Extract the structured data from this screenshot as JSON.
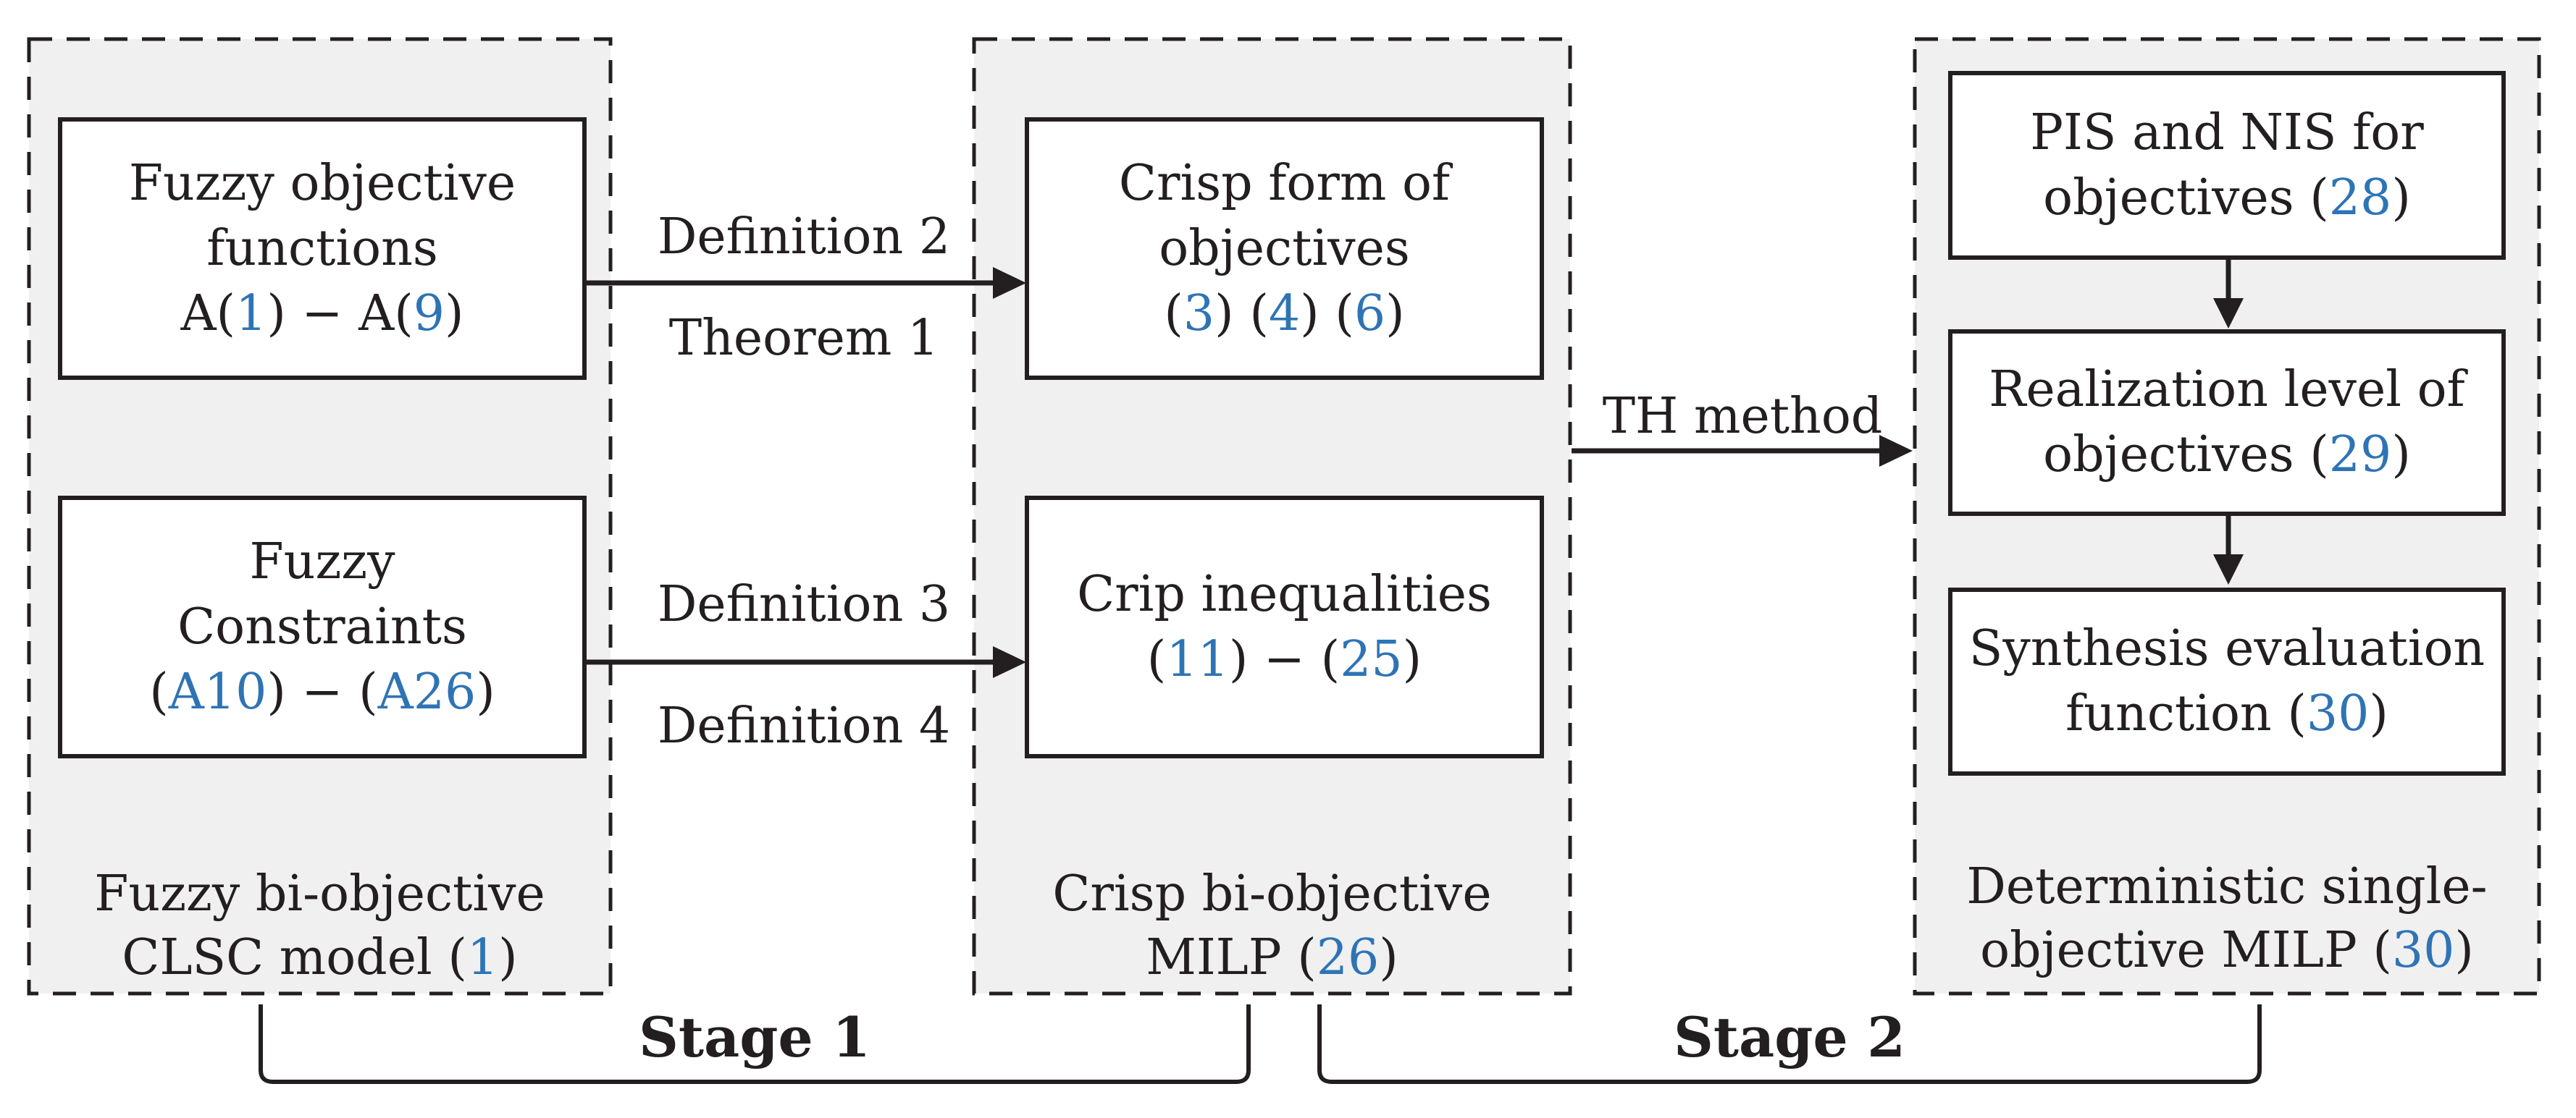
{
  "colors": {
    "ink": "#231f20",
    "ref_blue": "#2e74b5",
    "panel_fill": "#f0f0f0",
    "box_fill": "#ffffff",
    "background": "#ffffff"
  },
  "boxes": {
    "fuzzy_objectives": {
      "line1": "Fuzzy objective",
      "line2": "functions",
      "line3": {
        "s1": "A(",
        "s2": "1",
        "s3": ") − A(",
        "s4": "9",
        "s5": ")"
      }
    },
    "fuzzy_constraints": {
      "line1": "Fuzzy",
      "line2": "Constraints",
      "line3": {
        "s1": "(",
        "s2": "A10",
        "s3": ") − (",
        "s4": "A26",
        "s5": ")"
      }
    },
    "crisp_objectives": {
      "line1": "Crisp form of",
      "line2": "objectives",
      "line3": {
        "s1": "(",
        "s2": "3",
        "s3": ") (",
        "s4": "4",
        "s5": ") (",
        "s6": "6",
        "s7": ")"
      }
    },
    "crisp_inequalities": {
      "line1": "Crip inequalities",
      "line2": {
        "s1": "(",
        "s2": "11",
        "s3": ") − (",
        "s4": "25",
        "s5": ")"
      }
    },
    "pis_nis": {
      "line1": "PIS and NIS for",
      "line2": {
        "s1": "objectives (",
        "s2": "28",
        "s3": ")"
      }
    },
    "realization": {
      "line1": "Realization level of",
      "line2": {
        "s1": "objectives (",
        "s2": "29",
        "s3": ")"
      }
    },
    "synthesis": {
      "line1": "Synthesis evaluation",
      "line2": {
        "s1": "function (",
        "s2": "30",
        "s3": ")"
      }
    }
  },
  "panel_labels": {
    "left": {
      "line1": "Fuzzy bi-objective",
      "line2": {
        "s1": "CLSC model (",
        "s2": "1",
        "s3": ")"
      }
    },
    "middle": {
      "line1": "Crisp bi-objective",
      "line2": {
        "s1": "MILP (",
        "s2": "26",
        "s3": ")"
      }
    },
    "right": {
      "line1": "Deterministic single-",
      "line2": {
        "s1": "objective MILP (",
        "s2": "30",
        "s3": ")"
      }
    }
  },
  "arrow_labels": {
    "arrow1_top": "Definition 2",
    "arrow1_bottom": "Theorem 1",
    "arrow2_top": "Definition 3",
    "arrow2_bottom": "Definition 4",
    "th": "TH method"
  },
  "stage_labels": {
    "stage1": "Stage 1",
    "stage2": "Stage 2"
  }
}
